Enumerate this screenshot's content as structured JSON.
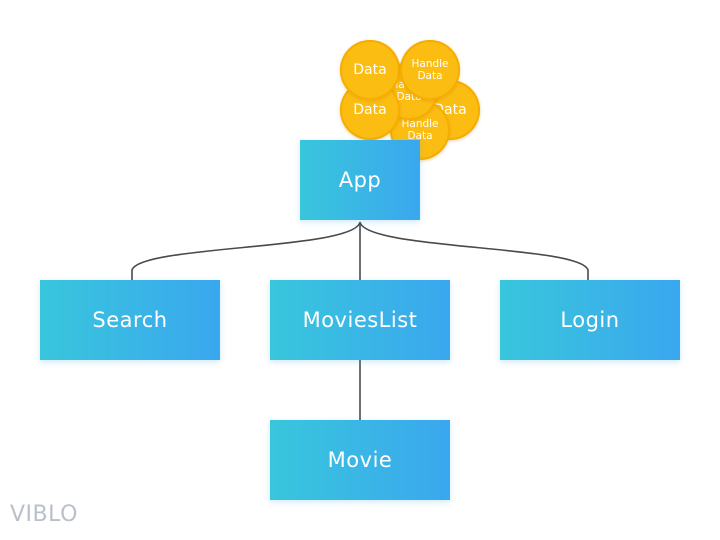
{
  "diagram": {
    "nodes": {
      "app": "App",
      "search": "Search",
      "movies_list": "MoviesList",
      "login": "Login",
      "movie": "Movie"
    },
    "data_bubbles": [
      {
        "label": "Data"
      },
      {
        "label": "Data"
      },
      {
        "label": "Data"
      },
      {
        "label": "Handle\nData"
      },
      {
        "label": "Handle\nData"
      },
      {
        "label": "Handle\nData"
      }
    ],
    "colors": {
      "node_gradient_start": "#39c6dc",
      "node_gradient_end": "#3aa7ef",
      "bubble": "#fcbd12",
      "connector": "#4a4a4a"
    }
  },
  "logo": {
    "text": "VIBLO"
  }
}
